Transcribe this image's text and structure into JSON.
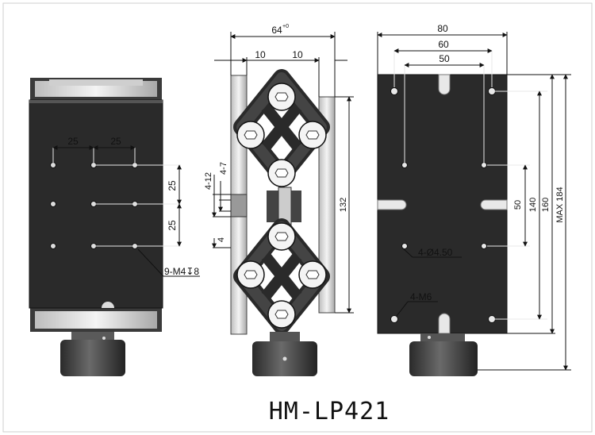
{
  "title": "HM-LP421",
  "front_view": {
    "dim_25_h1": "25",
    "dim_25_h2": "25",
    "dim_25_v1": "25",
    "dim_25_v2": "25",
    "hole_note": "9-M4↧8"
  },
  "side_view": {
    "dim_64": "64",
    "dim_64_tol": "+0",
    "dim_10_left": "10",
    "dim_10_right": "10",
    "dim_132": "132",
    "dim_4_12": "4-12",
    "dim_4_7": "4-7",
    "dim_4": "4"
  },
  "top_view": {
    "dim_80": "80",
    "dim_60": "60",
    "dim_50_h": "50",
    "dim_50_v": "50",
    "dim_140": "140",
    "dim_160": "160",
    "dim_max184": "MAX 184",
    "hole_note_1": "4-Ø4.50",
    "hole_note_2": "4-M6"
  },
  "colors": {
    "line": "#1a1a1a",
    "body_dark": "#2b2b2b",
    "metal_light": "#e6e6e6",
    "knob": "#3a3a3a",
    "roller": "#f2f2f2"
  }
}
